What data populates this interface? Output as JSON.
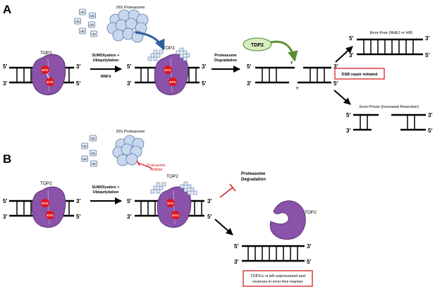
{
  "panel_a": {
    "label": "A",
    "top2_label": "TOP2",
    "top2_label_2": "TOP2",
    "eto": "ETO",
    "proteasome_label": "26S Proteasome",
    "ub": "Ub",
    "step1_line1": "SUMOlyation +",
    "step1_line2": "Ubiquitylation",
    "step1_line3": "RNF4",
    "step2_line1": "Proteasome",
    "step2_line2": "Degradation",
    "tdp2": "TDP2",
    "y": "Y",
    "error_free": "Error-Free (NHEJ or HR)",
    "error_prone": "Error-Prone (Increased Resection)",
    "dsb_box": "DSB repair initiated",
    "five_prime": "5'",
    "three_prime": "3'"
  },
  "panel_b": {
    "label": "B",
    "top2_label": "TOP2",
    "top2_label_2": "TOP2",
    "top2_label_3": "TOP2",
    "eto": "ETO",
    "proteasome_label": "26S Proteasome",
    "ub": "Ub",
    "step1_line1": "SUMOlyation +",
    "step1_line2": "Ubiquitylation",
    "inhibitor_line1": "Proteasome",
    "inhibitor_line2": "Inhibitor",
    "degradation_line1": "Proteasome",
    "degradation_line2": "Degradation",
    "result_line1": "TOP2cc is left unprocessed and",
    "result_line2": "reverses in error-free manner",
    "five_prime": "5'",
    "three_prime": "3'"
  },
  "colors": {
    "top2": "#8a52a8",
    "top2_edge": "#5e3478",
    "eto": "#e0141c",
    "proteasome": "#c7d8ee",
    "proteasome_edge": "#5a79a3",
    "tdp2_fill": "#d9edc3",
    "tdp2_edge": "#4f8a2a",
    "blue_arrow": "#2f5fa0",
    "green_arrow": "#5c8f34",
    "red": "#d22020"
  }
}
